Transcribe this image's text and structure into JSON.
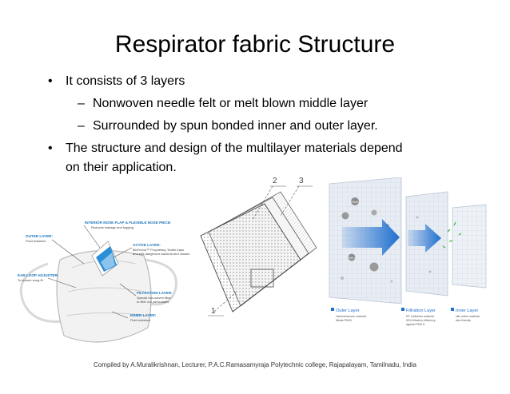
{
  "slide": {
    "title": "Respirator fabric Structure",
    "bullets": [
      {
        "text": "It consists of 3 layers",
        "sub": [
          "Nonwoven needle felt or melt blown middle layer",
          "Surrounded by spun bonded  inner and outer layer."
        ]
      },
      {
        "text_line1": "The structure and design of the multilayer materials depend",
        "text_line2": "on their application."
      }
    ],
    "markers": {
      "bullet": "•",
      "dash": "–"
    },
    "footer": "Compiled by A.Muralikrishnan, Lecturer, P.A.C.Ramasamyraja Polytechnic college, Rajapalayam, Tamilnadu, India"
  },
  "mask_figure": {
    "labels": {
      "interior_nose_flap": "INTERIOR NOSE FLAP & FLEXIBLE NOSE PIECE:",
      "interior_nose_flap_desc": "Reduces leakage and fogging",
      "outer_layer": "OUTER LAYER:",
      "outer_layer_desc": "Fluid resistant",
      "active_layer": "ACTIVE LAYER:",
      "active_layer_desc1": "BioFriend™ Proprietary Textile traps",
      "active_layer_desc2": "and kills dangerous bacteria and viruses",
      "ear_loop_adjuster": "EAR LOOP ADJUSTER:",
      "ear_loop_adjuster_desc": "To ensure snug fit",
      "filtration_layer": "FILTRATION LAYER:",
      "filtration_layer_desc1": "Special non-woven fibre",
      "filtration_layer_desc2": "to filter out particulates",
      "inner_layer": "INNER LAYER:",
      "inner_layer_desc": "Fluid resistant"
    },
    "colors": {
      "accent_blue": "#2a8fd6",
      "label_blue": "#1b75bc"
    }
  },
  "fabric_figure": {
    "labels": {
      "num1": "1",
      "num2": "2",
      "num3": "3"
    }
  },
  "layers_figure": {
    "legend": {
      "outer": "Outer Layer",
      "outer_desc1": "Hammerwoven material",
      "outer_desc2": "filtrate PM10",
      "filtration": "Filtration Layer",
      "filtration_desc1": "PP meltdown material",
      "filtration_desc2": "95% filtration efficiency",
      "filtration_desc3": "against PM2.5",
      "inner": "Inner Layer",
      "inner_desc1": "silk cotton material",
      "inner_desc2": "skin friendly"
    },
    "particle_labels": {
      "p1": "PM10",
      "p2": "PM2.5"
    },
    "colors": {
      "arrow": "#1e6fcf",
      "panel": "#e8edf4",
      "grid": "#c7d3e3"
    }
  }
}
